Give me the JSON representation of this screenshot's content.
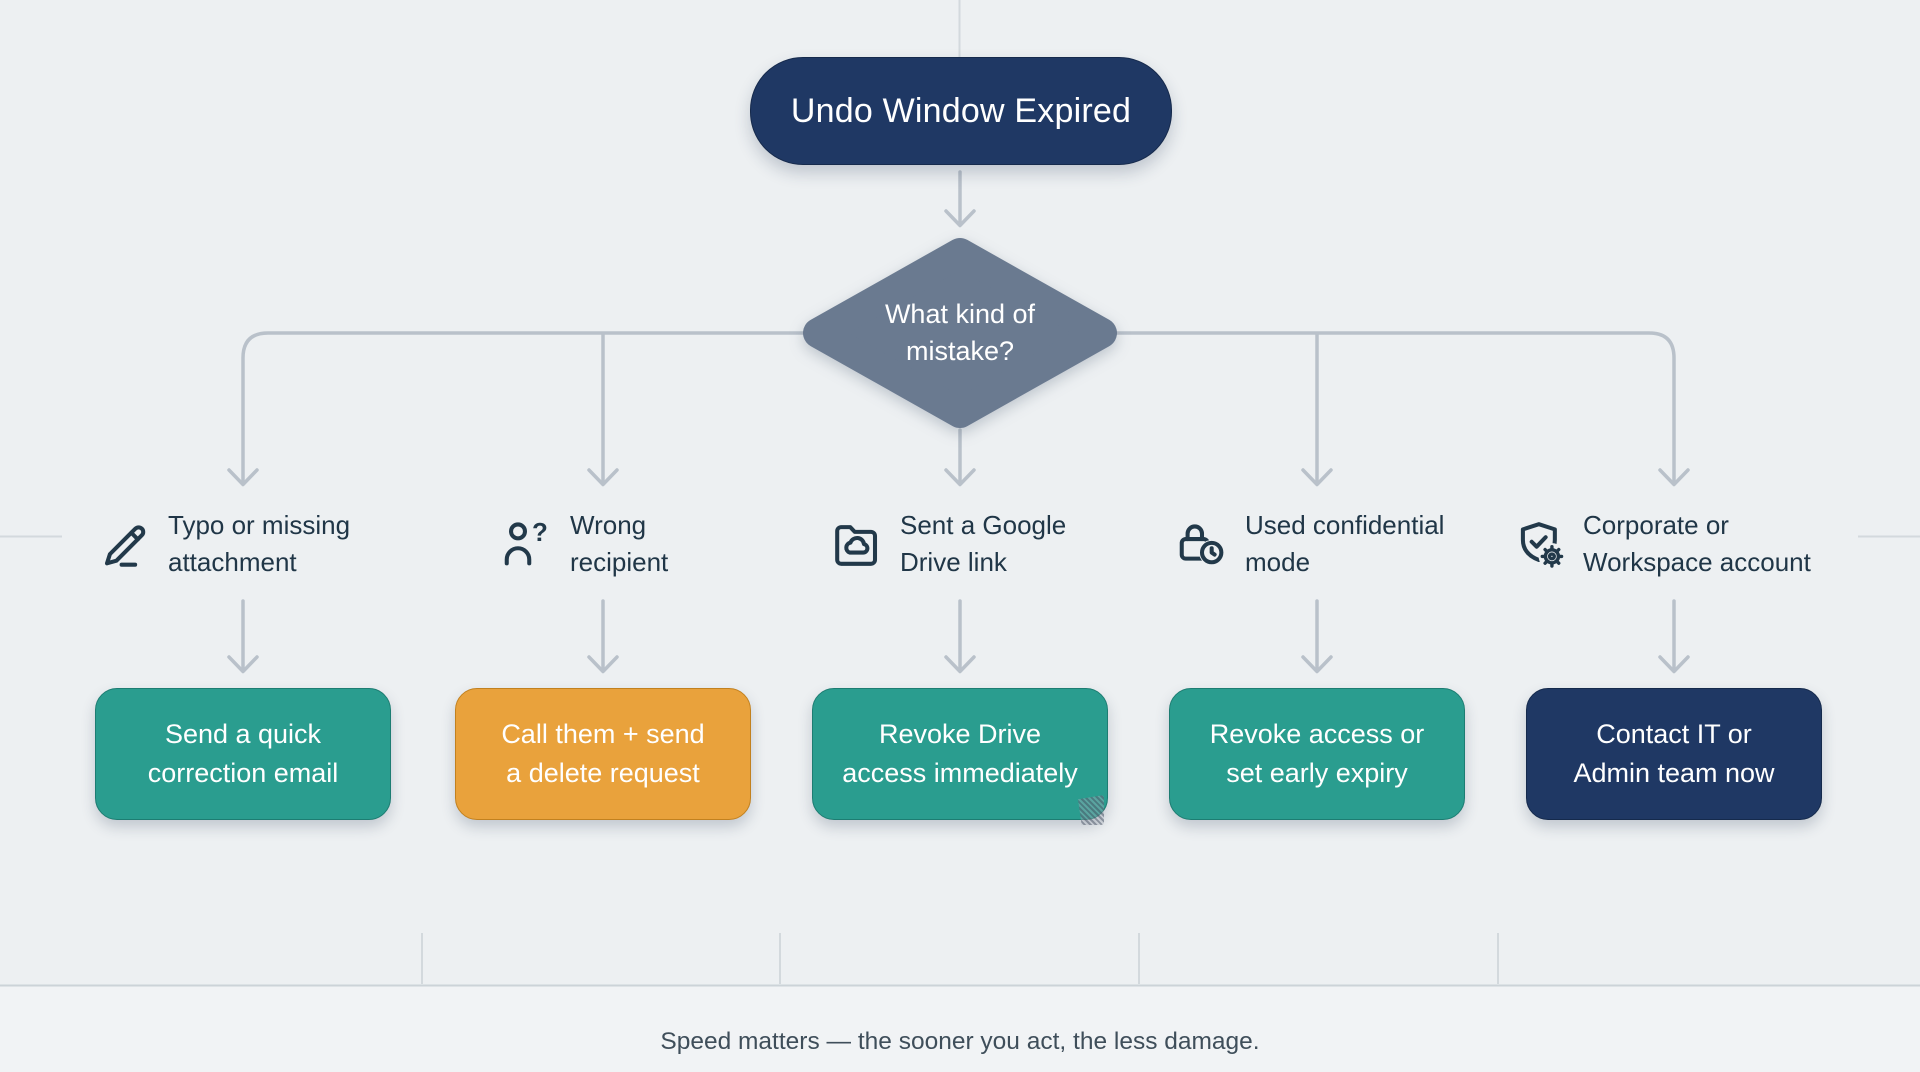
{
  "flowchart": {
    "root": {
      "label": "Undo Window Expired"
    },
    "decision": {
      "label": "What kind of mistake?"
    },
    "branches": [
      {
        "icon": "pencil-icon",
        "label": "Typo or missing attachment",
        "action": "Send a quick correction email",
        "action_color": "teal"
      },
      {
        "icon": "user-question-icon",
        "label": "Wrong recipient",
        "action": "Call them + send a delete request",
        "action_color": "orange"
      },
      {
        "icon": "folder-cloud-icon",
        "label": "Sent a Google Drive link",
        "action": "Revoke Drive access immediately",
        "action_color": "teal"
      },
      {
        "icon": "lock-clock-icon",
        "label": "Used confidential mode",
        "action": "Revoke access or set early expiry",
        "action_color": "teal"
      },
      {
        "icon": "shield-check-gear-icon",
        "label": "Corporate or Workspace account",
        "action": "Contact IT or Admin team now",
        "action_color": "navy"
      }
    ],
    "footer": "Speed matters — the sooner you act, the less damage."
  },
  "colors": {
    "navy": "#1f3864",
    "slate_diamond": "#6a7a90",
    "teal": "#2a9d8f",
    "orange": "#e9a23c",
    "connector_gray": "#b9c1ca",
    "label_text": "#203647",
    "background": "#edf0f2"
  }
}
